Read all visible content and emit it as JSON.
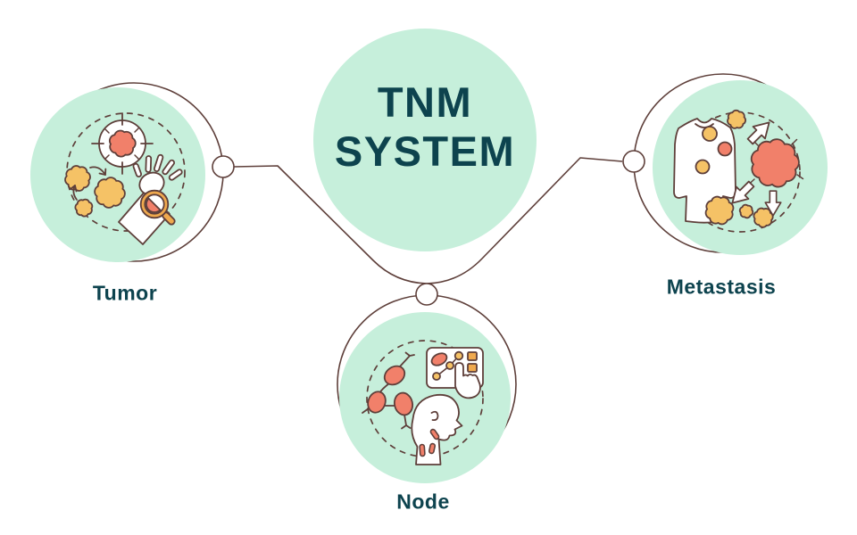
{
  "title": {
    "line1": "TNM",
    "line2": "SYSTEM"
  },
  "labels": {
    "tumor": "Tumor",
    "node": "Node",
    "metastasis": "Metastasis"
  },
  "icons": {
    "tumor": [
      "tumor-target-icon",
      "cancer-cells-icon",
      "hand-with-magnifier-icon"
    ],
    "node": [
      "lymph-node-chain-icon",
      "diagnosis-panel-icon",
      "head-neck-profile-icon"
    ],
    "metastasis": [
      "torso-with-lesions-icon",
      "tumor-mass-icon",
      "spread-arrows-icon",
      "cancer-cells-icon"
    ]
  },
  "colors": {
    "mint": "#c6efdb",
    "teal": "#0d434e",
    "outline": "#5e3f3a",
    "coral": "#f1806a",
    "yellow": "#f5c266",
    "orange": "#efa94e",
    "white": "#ffffff"
  }
}
